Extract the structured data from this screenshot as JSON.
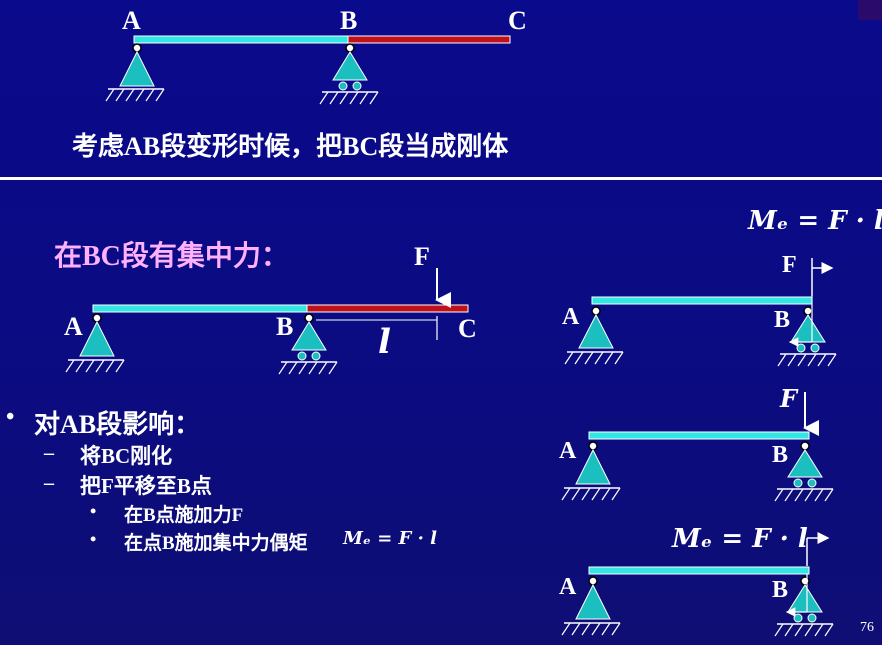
{
  "top": {
    "label_a": "A",
    "label_b": "B",
    "label_c": "C",
    "caption": "考虑AB段变形时候，把BC段当成刚体"
  },
  "middle": {
    "heading": "在BC段有集中力：",
    "label_f": "F",
    "label_a": "A",
    "label_b": "B",
    "label_c": "C",
    "label_l": "l"
  },
  "bullets": {
    "level1": "对AB段影响：",
    "level2": [
      "将BC刚化",
      "把F平移至B点"
    ],
    "level3": [
      "在B点施加力F",
      "在点B施加集中力偶矩"
    ],
    "moment_inline": "Mₑ = F · l",
    "bullet_symbol": "•",
    "dash_symbol": "–"
  },
  "right": {
    "eq_top": "Mₑ = F · l",
    "eq_bottom": "Mₑ = F · l",
    "label_f_top": "F",
    "label_f_mid": "F",
    "label_a": "A",
    "label_b": "B"
  },
  "page_number": "76",
  "colors": {
    "background": "#0a0a8c",
    "beam_cyan": "#33e6e6",
    "beam_red": "#c0101a",
    "support": "#1bbfbf",
    "heading_pink": "#ffb0ff"
  }
}
